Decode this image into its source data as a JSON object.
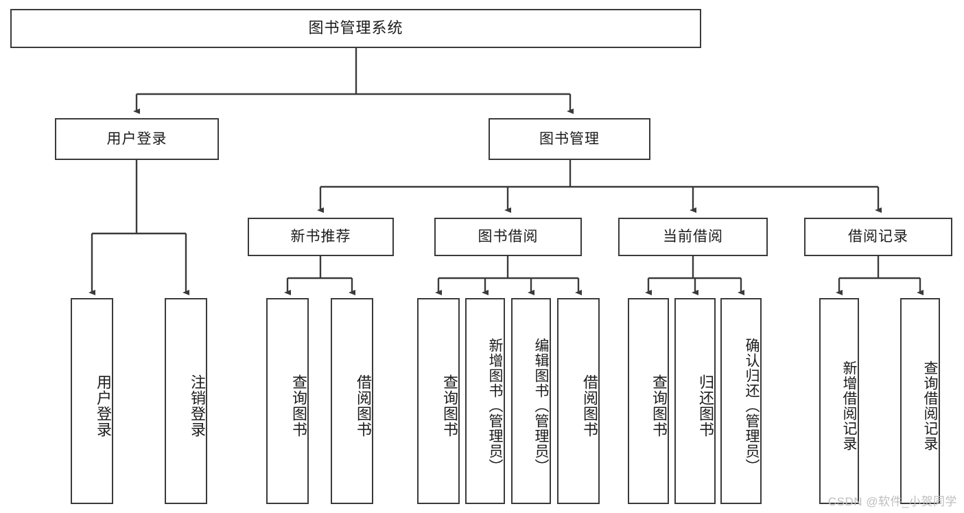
{
  "diagram": {
    "title": "图书管理系统",
    "type": "tree",
    "stroke_color": "#3a3a3a",
    "background_color": "#ffffff",
    "text_color": "#1b1b1b",
    "watermark": "CSDN @软件_小贺同学",
    "levels": {
      "root": {
        "label": "图书管理系统"
      },
      "level2": [
        {
          "label": "用户登录"
        },
        {
          "label": "图书管理"
        }
      ],
      "level3": [
        {
          "label": "新书推荐"
        },
        {
          "label": "图书借阅"
        },
        {
          "label": "当前借阅"
        },
        {
          "label": "借阅记录"
        }
      ],
      "leaves": [
        {
          "label": "用户登录",
          "parent": "用户登录"
        },
        {
          "label": "注销登录",
          "parent": "用户登录"
        },
        {
          "label": "查询图书",
          "parent": "新书推荐"
        },
        {
          "label": "借阅图书",
          "parent": "新书推荐"
        },
        {
          "label": "查询图书",
          "parent": "图书借阅"
        },
        {
          "label": "新增图书（管理员）",
          "parent": "图书借阅"
        },
        {
          "label": "编辑图书（管理员）",
          "parent": "图书借阅"
        },
        {
          "label": "借阅图书",
          "parent": "图书借阅"
        },
        {
          "label": "查询图书",
          "parent": "当前借阅"
        },
        {
          "label": "归还图书",
          "parent": "当前借阅"
        },
        {
          "label": "确认归还（管理员）",
          "parent": "当前借阅"
        },
        {
          "label": "新增借阅记录",
          "parent": "借阅记录"
        },
        {
          "label": "查询借阅记录",
          "parent": "借阅记录"
        }
      ]
    }
  }
}
